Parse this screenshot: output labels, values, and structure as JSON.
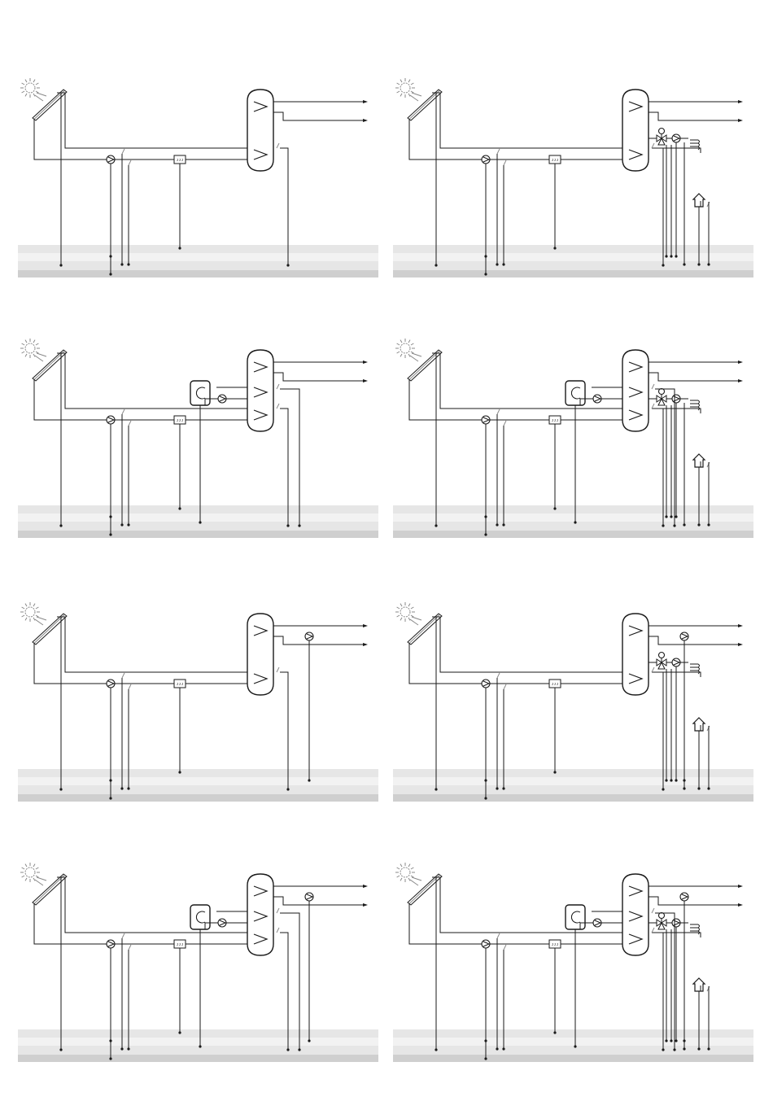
{
  "diagrams": [
    {
      "id": "d1",
      "coils": 2,
      "boiler": false,
      "dhw_pump": false,
      "heating": false,
      "controller_text": "ᴊᴊᴊ"
    },
    {
      "id": "d2",
      "coils": 2,
      "boiler": false,
      "dhw_pump": false,
      "heating": true,
      "controller_text": "ᴊᴊᴊ"
    },
    {
      "id": "d3",
      "coils": 3,
      "boiler": true,
      "dhw_pump": false,
      "heating": false,
      "controller_text": "ᴊᴊᴊ"
    },
    {
      "id": "d4",
      "coils": 3,
      "boiler": true,
      "dhw_pump": false,
      "heating": true,
      "controller_text": "ᴊᴊᴊ"
    },
    {
      "id": "d5",
      "coils": 2,
      "boiler": false,
      "dhw_pump": true,
      "heating": false,
      "controller_text": "ᴊᴊᴊ"
    },
    {
      "id": "d6",
      "coils": 2,
      "boiler": false,
      "dhw_pump": true,
      "heating": true,
      "controller_text": "ᴊᴊᴊ"
    },
    {
      "id": "d7",
      "coils": 3,
      "boiler": true,
      "dhw_pump": true,
      "heating": false,
      "controller_text": "ᴊᴊᴊ"
    },
    {
      "id": "d8",
      "coils": 3,
      "boiler": true,
      "dhw_pump": true,
      "heating": true,
      "controller_text": "ᴊᴊᴊ"
    }
  ],
  "colors": {
    "line": "#1a1a1a",
    "sensor": "#888888",
    "band_light": "#e6e6e6",
    "band_dark": "#cfcfcf"
  },
  "icons": [
    "sun-icon",
    "collector-icon",
    "tank-icon",
    "pump-icon",
    "controller-icon",
    "boiler-icon",
    "valve-icon",
    "radiator-icon",
    "house-icon"
  ]
}
